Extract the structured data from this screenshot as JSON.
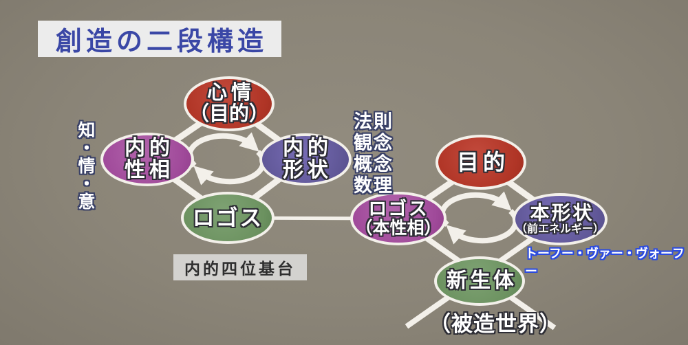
{
  "title": "創造の二段構造",
  "colors": {
    "background": "#8b8578",
    "title_text": "#3a47a6",
    "title_box": "#ececec",
    "node_red": "#b03526",
    "node_purple": "#a04a9a",
    "node_violet": "#615898",
    "node_green": "#6c9260",
    "connector": "#f3f0ea",
    "annotation_outline_navy": "#394066",
    "annotation_outline_blue": "#2b4be0",
    "caption_box": "#d3d2cf"
  },
  "left_foundation": {
    "top": {
      "line1": "心情",
      "line2": "（目的）"
    },
    "left": {
      "line1": "内的",
      "line2": "性相"
    },
    "right": {
      "line1": "内的",
      "line2": "形状"
    },
    "bottom": {
      "label": "ロゴス"
    },
    "left_annotation": "知・情・意",
    "right_annotation": [
      "法則",
      "観念",
      "概念",
      "数理"
    ],
    "caption": "内的四位基台"
  },
  "right_foundation": {
    "top": {
      "label": "目的"
    },
    "left": {
      "line1": "ロゴス",
      "line2": "（本性相）"
    },
    "right": {
      "line1": "本形状",
      "line2": "（前エネルギー）"
    },
    "bottom": {
      "label": "新生体"
    },
    "right_annotation": "トーフー・ヴァー・ヴォーフー",
    "caption": "（被造世界）"
  }
}
